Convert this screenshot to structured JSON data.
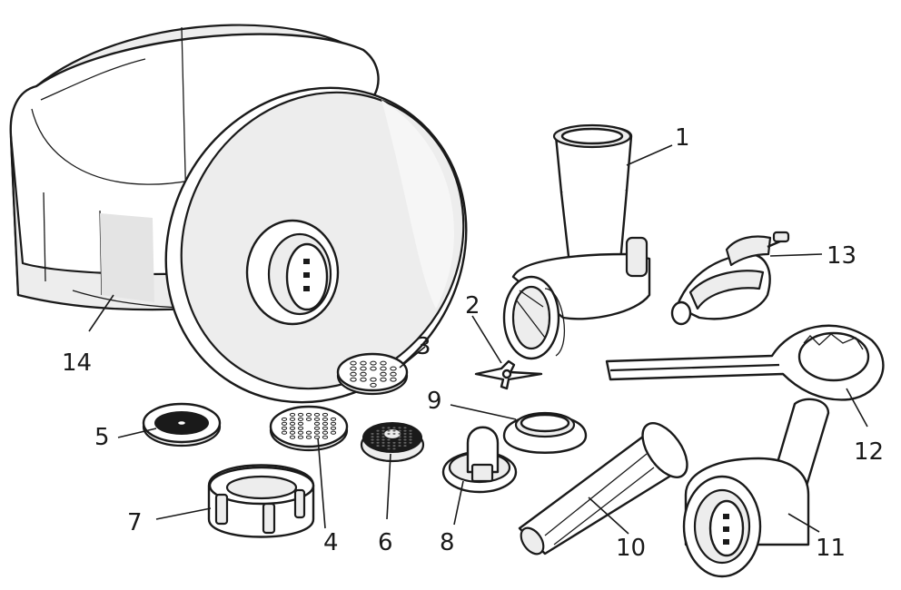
{
  "diagram": {
    "parts": [
      {
        "number": "1",
        "label": "1"
      },
      {
        "number": "2",
        "label": "2"
      },
      {
        "number": "3",
        "label": "3"
      },
      {
        "number": "4",
        "label": "4"
      },
      {
        "number": "5",
        "label": "5"
      },
      {
        "number": "6",
        "label": "6"
      },
      {
        "number": "7",
        "label": "7"
      },
      {
        "number": "8",
        "label": "8"
      },
      {
        "number": "9",
        "label": "9"
      },
      {
        "number": "10",
        "label": "10"
      },
      {
        "number": "11",
        "label": "11"
      },
      {
        "number": "12",
        "label": "12"
      },
      {
        "number": "13",
        "label": "13"
      },
      {
        "number": "14",
        "label": "14"
      }
    ]
  }
}
